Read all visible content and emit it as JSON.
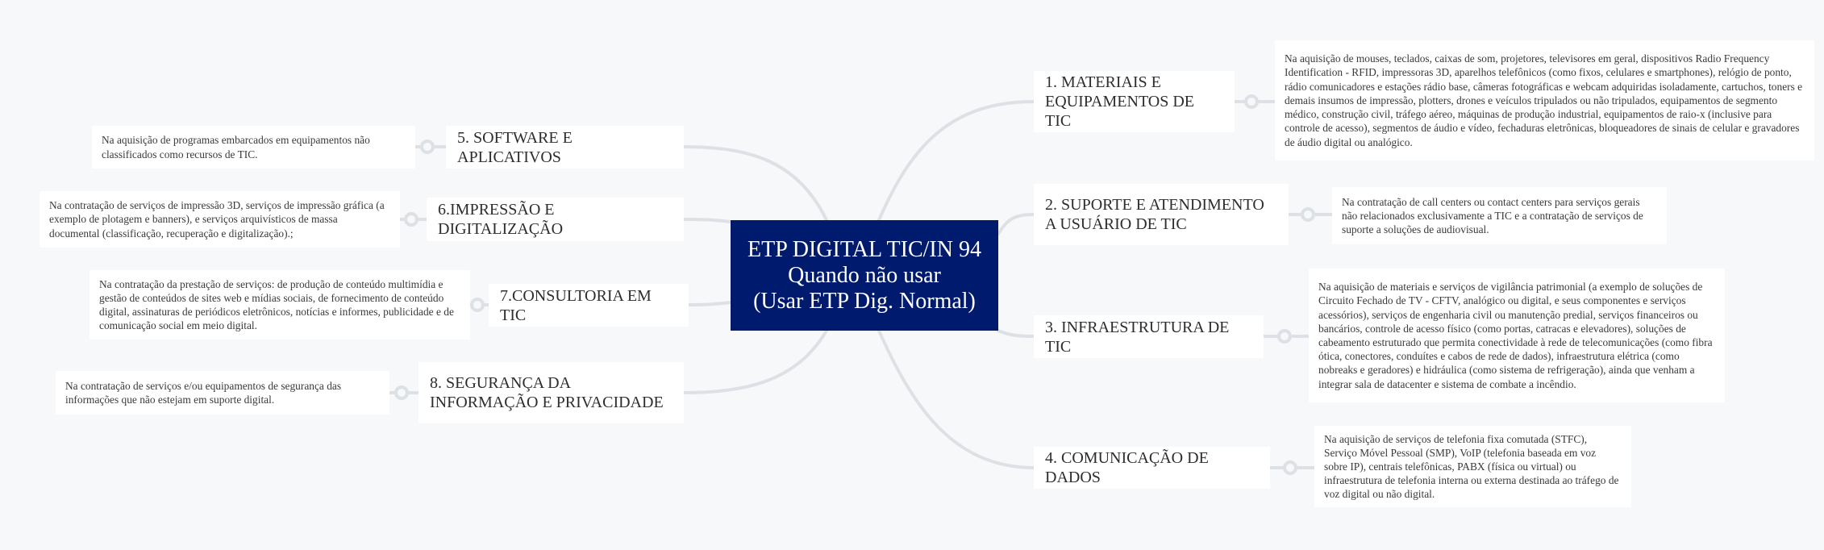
{
  "center": {
    "line1": "ETP DIGITAL TIC/IN 94",
    "line2": "Quando não usar",
    "line3": "(Usar ETP Dig. Normal)",
    "color": "#001a6e"
  },
  "topics": [
    {
      "title": "1. MATERIAIS E EQUIPAMENTOS DE TIC",
      "desc": "Na aquisição de mouses, teclados, caixas de som, projetores, televisores em geral, dispositivos Radio Frequency Identification - RFID, impressoras 3D, aparelhos telefônicos (como fixos, celulares e smartphones), relógio de ponto, rádio comunicadores e estações rádio base, câmeras fotográficas e webcam adquiridas isoladamente, cartuchos, toners e demais insumos de impressão, plotters, drones e veículos tripulados ou não tripulados, equipamentos de segmento médico, construção civil, tráfego aéreo, máquinas de produção industrial, equipamentos de raio-x (inclusive para controle de acesso), segmentos de áudio e vídeo, fechaduras eletrônicas, bloqueadores de sinais de celular e gravadores de áudio digital ou analógico."
    },
    {
      "title": "2. SUPORTE E ATENDIMENTO A USUÁRIO DE TIC",
      "desc": "Na contratação de call centers ou contact centers para serviços gerais não relacionados exclusivamente a TIC e a contratação de serviços de suporte a soluções de audiovisual."
    },
    {
      "title": "3. INFRAESTRUTURA DE TIC",
      "desc": "Na aquisição de materiais e serviços de vigilância patrimonial (a exemplo de soluções de Circuito Fechado de TV - CFTV, analógico ou digital, e seus componentes e serviços acessórios), serviços de engenharia civil ou manutenção predial, serviços financeiros ou bancários, controle de acesso físico (como portas, catracas e elevadores), soluções de cabeamento estruturado que permita conectividade à rede de telecomunicações (como fibra ótica, conectores, conduítes e cabos de rede de dados), infraestrutura elétrica (como nobreaks e geradores) e hidráulica (como sistema de refrigeração), ainda que venham a integrar sala de datacenter e sistema de combate a incêndio."
    },
    {
      "title": "4. COMUNICAÇÃO DE DADOS",
      "desc": "Na aquisição de serviços de telefonia fixa comutada (STFC), Serviço Móvel Pessoal (SMP), VoIP (telefonia baseada em voz sobre IP), centrais telefônicas, PABX (física ou virtual) ou infraestrutura de telefonia interna ou externa destinada ao tráfego de voz digital ou não digital."
    },
    {
      "title": "5. SOFTWARE E APLICATIVOS",
      "desc": "Na aquisição de programas embarcados em equipamentos não classificados como recursos de TIC."
    },
    {
      "title": "6.IMPRESSÃO E DIGITALIZAÇÃO",
      "desc": "Na contratação de serviços de impressão 3D, serviços de impressão gráfica (a exemplo de plotagem e banners), e serviços arquivísticos de massa documental (classificação, recuperação e digitalização).;"
    },
    {
      "title": "7.CONSULTORIA EM TIC",
      "desc": "Na contratação da  prestação de serviços: de produção de conteúdo multimídia e gestão de conteúdos de sites web e mídias sociais, de fornecimento de conteúdo digital, assinaturas de periódicos eletrônicos, notícias e informes, publicidade e de comunicação social em meio digital."
    },
    {
      "title": "8. SEGURANÇA DA INFORMAÇÃO E PRIVACIDADE",
      "desc": "Na contratação de serviços e/ou equipamentos de segurança das informações que não estejam em suporte digital."
    }
  ]
}
